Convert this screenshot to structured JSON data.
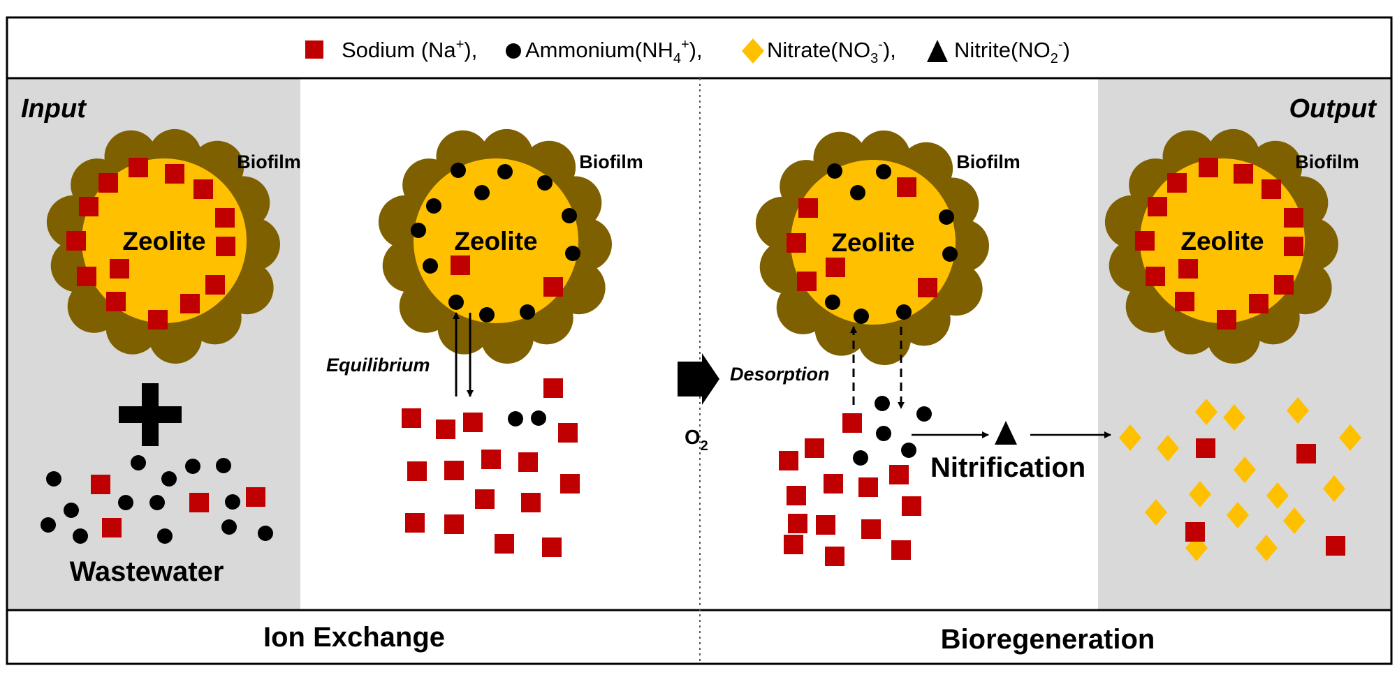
{
  "legend": {
    "sodium": "Sodium (Na",
    "sodium_sup": "+",
    "sodium_close": "),",
    "ammonium": "Ammonium(NH",
    "ammonium_sub": "4",
    "ammonium_sup": "+",
    "ammonium_close": "),",
    "nitrate": "Nitrate(NO",
    "nitrate_sub": "3",
    "nitrate_sup": "-",
    "nitrate_close": "),",
    "nitrite": "Nitrite(NO",
    "nitrite_sub": "2",
    "nitrite_sup": "-",
    "nitrite_close": ")"
  },
  "panels": {
    "input": "Input",
    "output": "Output",
    "wastewater": "Wastewater",
    "zeolite": "Zeolite",
    "biofilm": "Biofilm"
  },
  "process": {
    "equilibrium": "Equilibrium",
    "desorption": "Desorption",
    "oxygen": "O",
    "oxygen_sub": "2",
    "nitrification": "Nitrification"
  },
  "footer": {
    "left": "Ion Exchange",
    "right": "Bioregeneration"
  },
  "colors": {
    "sodium": "#c00000",
    "ammonium": "#000000",
    "nitrate": "#ffc000",
    "nitrite": "#000000",
    "biofilm": "#7f6000",
    "zeolite": "#ffc000",
    "side_panel": "#d9d9d9"
  }
}
